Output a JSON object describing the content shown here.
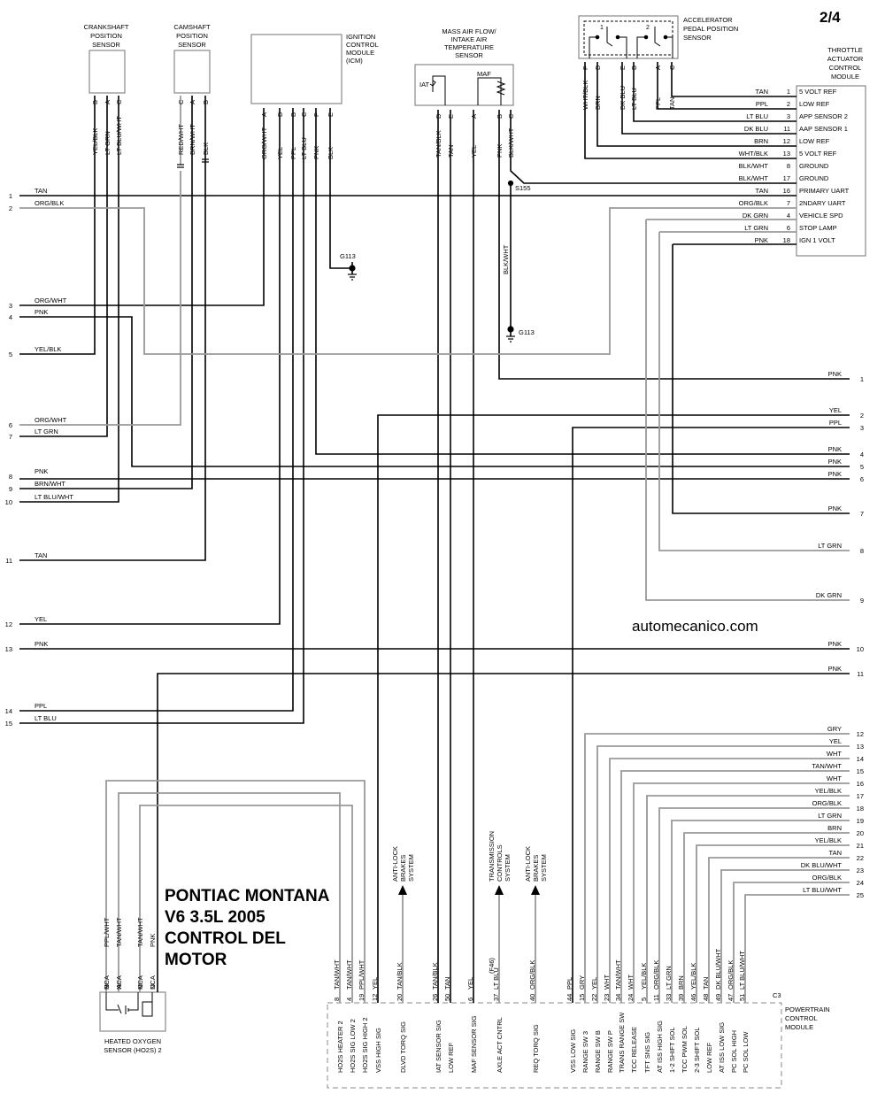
{
  "page_number": "2/4",
  "watermark": "automecanico.com",
  "title_lines": [
    "PONTIAC MONTANA",
    "V6 3.5L 2005",
    "CONTROL DEL",
    "MOTOR"
  ],
  "components": {
    "crankshaft": {
      "name": [
        "CRANKSHAFT",
        "POSITION",
        "SENSOR"
      ],
      "pins": [
        "B",
        "A",
        "C"
      ],
      "wires": [
        "YEL/BLK",
        "LT GRN",
        "LT BLU/WHT"
      ]
    },
    "camshaft": {
      "name": [
        "CAMSHAFT",
        "POSITION",
        "SENSOR"
      ],
      "pins": [
        "C",
        "A",
        "B"
      ],
      "wires": [
        "RED/WHT",
        "BRN/WHT",
        "BLK"
      ]
    },
    "icm": {
      "name": [
        "IGNITION",
        "CONTROL",
        "MODULE",
        "(ICM)"
      ],
      "pins": [
        "A",
        "D",
        "B",
        "C",
        "F",
        "E"
      ],
      "wires": [
        "ORG/WHT",
        "YEL",
        "PPL",
        "LT BLU",
        "PNK",
        "BLK"
      ]
    },
    "maf": {
      "name": [
        "MASS AIR FLOW/",
        "INTAKE AIR",
        "TEMPERATURE",
        "SENSOR"
      ],
      "iat": "IAT",
      "maf": "MAF",
      "pins": [
        "D",
        "E",
        "A",
        "B",
        "C"
      ],
      "wires": [
        "TAN/BLK",
        "TAN",
        "YEL",
        "PNK",
        "BLK/WHT"
      ]
    },
    "app": {
      "name": [
        "ACCELERATOR",
        "PEDAL POSITION",
        "SENSOR"
      ],
      "pin_numbers": [
        "1",
        "2"
      ],
      "pins": [
        "F",
        "D",
        "E",
        "B",
        "A",
        "C"
      ],
      "wires": [
        "WHT/BLK",
        "BRN",
        "DK BLU",
        "LT BLU",
        "PPL",
        "TAN"
      ]
    },
    "tac": {
      "name": [
        "THROTTLE",
        "ACTUATOR",
        "CONTROL",
        "MODULE"
      ]
    },
    "o2": {
      "name": [
        "HEATED OXYGEN",
        "SENSOR (HO2S) 2"
      ],
      "nca": "NCA",
      "pins": [
        "B",
        "A",
        "C",
        "D"
      ],
      "wires": [
        "PPL/WHT",
        "TAN/WHT",
        "TAN/WHT",
        "PNK"
      ]
    },
    "pcm": {
      "name": [
        "POWERTRAIN",
        "CONTROL",
        "MODULE"
      ],
      "connector": "C3"
    }
  },
  "grounds": {
    "g1": "G113",
    "g2": "G113",
    "splice": "S155",
    "blkwht_vertical": "BLK/WHT"
  },
  "tac_pins": [
    {
      "wire": "TAN",
      "num": "1",
      "func": "5 VOLT REF"
    },
    {
      "wire": "PPL",
      "num": "2",
      "func": "LOW REF"
    },
    {
      "wire": "LT BLU",
      "num": "3",
      "func": "APP SENSOR 2"
    },
    {
      "wire": "DK BLU",
      "num": "11",
      "func": "AAP SENSOR 1"
    },
    {
      "wire": "BRN",
      "num": "12",
      "func": "LOW REF"
    },
    {
      "wire": "WHT/BLK",
      "num": "13",
      "func": "5 VOLT REF"
    },
    {
      "wire": "BLK/WHT",
      "num": "8",
      "func": "GROUND"
    },
    {
      "wire": "BLK/WHT",
      "num": "17",
      "func": "GROUND"
    },
    {
      "wire": "TAN",
      "num": "16",
      "func": "PRIMARY UART"
    },
    {
      "wire": "ORG/BLK",
      "num": "7",
      "func": "2NDARY UART"
    },
    {
      "wire": "DK GRN",
      "num": "4",
      "func": "VEHICLE SPD"
    },
    {
      "wire": "LT GRN",
      "num": "6",
      "func": "STOP LAMP"
    },
    {
      "wire": "PNK",
      "num": "18",
      "func": "IGN 1 VOLT"
    }
  ],
  "left_refs": [
    {
      "num": "1",
      "wire": "TAN"
    },
    {
      "num": "2",
      "wire": "ORG/BLK"
    },
    {
      "num": "3",
      "wire": "ORG/WHT"
    },
    {
      "num": "4",
      "wire": "PNK"
    },
    {
      "num": "5",
      "wire": "YEL/BLK"
    },
    {
      "num": "6",
      "wire": "ORG/WHT"
    },
    {
      "num": "7",
      "wire": "LT GRN"
    },
    {
      "num": "8",
      "wire": "PNK"
    },
    {
      "num": "9",
      "wire": "BRN/WHT"
    },
    {
      "num": "10",
      "wire": "LT BLU/WHT"
    },
    {
      "num": "11",
      "wire": "TAN"
    },
    {
      "num": "12",
      "wire": "YEL"
    },
    {
      "num": "13",
      "wire": "PNK"
    },
    {
      "num": "14",
      "wire": "PPL"
    },
    {
      "num": "15",
      "wire": "LT BLU"
    }
  ],
  "right_refs": [
    {
      "num": "1",
      "wire": "PNK"
    },
    {
      "num": "2",
      "wire": "YEL"
    },
    {
      "num": "3",
      "wire": "PPL"
    },
    {
      "num": "4",
      "wire": "PNK"
    },
    {
      "num": "5",
      "wire": "PNK"
    },
    {
      "num": "6",
      "wire": "PNK"
    },
    {
      "num": "7",
      "wire": "PNK"
    },
    {
      "num": "8",
      "wire": "LT GRN"
    },
    {
      "num": "9",
      "wire": "DK GRN"
    },
    {
      "num": "10",
      "wire": "PNK"
    },
    {
      "num": "11",
      "wire": "PNK"
    },
    {
      "num": "12",
      "wire": "GRY"
    },
    {
      "num": "13",
      "wire": "YEL"
    },
    {
      "num": "14",
      "wire": "WHT"
    },
    {
      "num": "15",
      "wire": "TAN/WHT"
    },
    {
      "num": "16",
      "wire": "WHT"
    },
    {
      "num": "17",
      "wire": "YEL/BLK"
    },
    {
      "num": "18",
      "wire": "ORG/BLK"
    },
    {
      "num": "19",
      "wire": "LT GRN"
    },
    {
      "num": "20",
      "wire": "BRN"
    },
    {
      "num": "21",
      "wire": "YEL/BLK"
    },
    {
      "num": "22",
      "wire": "TAN"
    },
    {
      "num": "23",
      "wire": "DK BLU/WHT"
    },
    {
      "num": "24",
      "wire": "ORG/BLK"
    },
    {
      "num": "25",
      "wire": "LT BLU/WHT"
    }
  ],
  "pcm_pins": [
    {
      "num": "8",
      "wire": "TAN/WHT",
      "func": "HO2S HEATER 2"
    },
    {
      "num": "4",
      "wire": "TAN/WHT",
      "func": "HO2S SIG LOW 2"
    },
    {
      "num": "19",
      "wire": "PPL/WHT",
      "func": "HO2S SIG HIGH 2"
    },
    {
      "num": "12",
      "wire": "YEL",
      "func": "VSS HIGH SIG"
    },
    {
      "num": "20",
      "wire": "TAN/BLK",
      "func": "DLVD TORQ SIG"
    },
    {
      "num": "26",
      "wire": "TAN/BLK",
      "func": "IAT SENSOR SIG"
    },
    {
      "num": "50",
      "wire": "TAN",
      "func": "LOW REF"
    },
    {
      "num": "6",
      "wire": "YEL",
      "func": "MAF SENSOR SIG"
    },
    {
      "num": "37",
      "wire": "LT BLU",
      "func": "AXLE ACT CNTRL"
    },
    {
      "num": "40",
      "wire": "ORG/BLK",
      "func": "REQ TORQ SIG"
    },
    {
      "num": "44",
      "wire": "PPL",
      "func": "VSS LOW SIG"
    },
    {
      "num": "15",
      "wire": "GRY",
      "func": "RANGE SW 3"
    },
    {
      "num": "22",
      "wire": "YEL",
      "func": "RANGE SW B"
    },
    {
      "num": "23",
      "wire": "WHT",
      "func": "RANGE SW P"
    },
    {
      "num": "34",
      "wire": "TAN/WHT",
      "func": "TRANS RANGE SW"
    },
    {
      "num": "24",
      "wire": "WHT",
      "func": "TCC RELEASE"
    },
    {
      "num": "5",
      "wire": "YEL/BLK",
      "func": "TFT SNS SIG"
    },
    {
      "num": "11",
      "wire": "ORG/BLK",
      "func": "AT ISS HIGH SIG"
    },
    {
      "num": "33",
      "wire": "LT GRN",
      "func": "1-2 SHIFT SOL"
    },
    {
      "num": "39",
      "wire": "BRN",
      "func": "TCC PWM SOL"
    },
    {
      "num": "46",
      "wire": "YEL/BLK",
      "func": "2-3 SHIFT SOL"
    },
    {
      "num": "48",
      "wire": "TAN",
      "func": "LOW REF"
    },
    {
      "num": "49",
      "wire": "DK BLU/WHT",
      "func": "AT ISS LOW SIG"
    },
    {
      "num": "47",
      "wire": "ORG/BLK",
      "func": "PC SOL HIGH"
    },
    {
      "num": "51",
      "wire": "LT BLU/WHT",
      "func": "PC SOL LOW"
    }
  ],
  "arrows": [
    {
      "lines": [
        "ANTI-LOCK",
        "BRAKES",
        "SYSTEM"
      ]
    },
    {
      "lines": [
        "TRANSMISSION",
        "CONTROLS",
        "SYSTEM"
      ],
      "note": "(F46)"
    },
    {
      "lines": [
        "ANTI-LOCK",
        "BRAKES",
        "SYSTEM"
      ]
    }
  ]
}
